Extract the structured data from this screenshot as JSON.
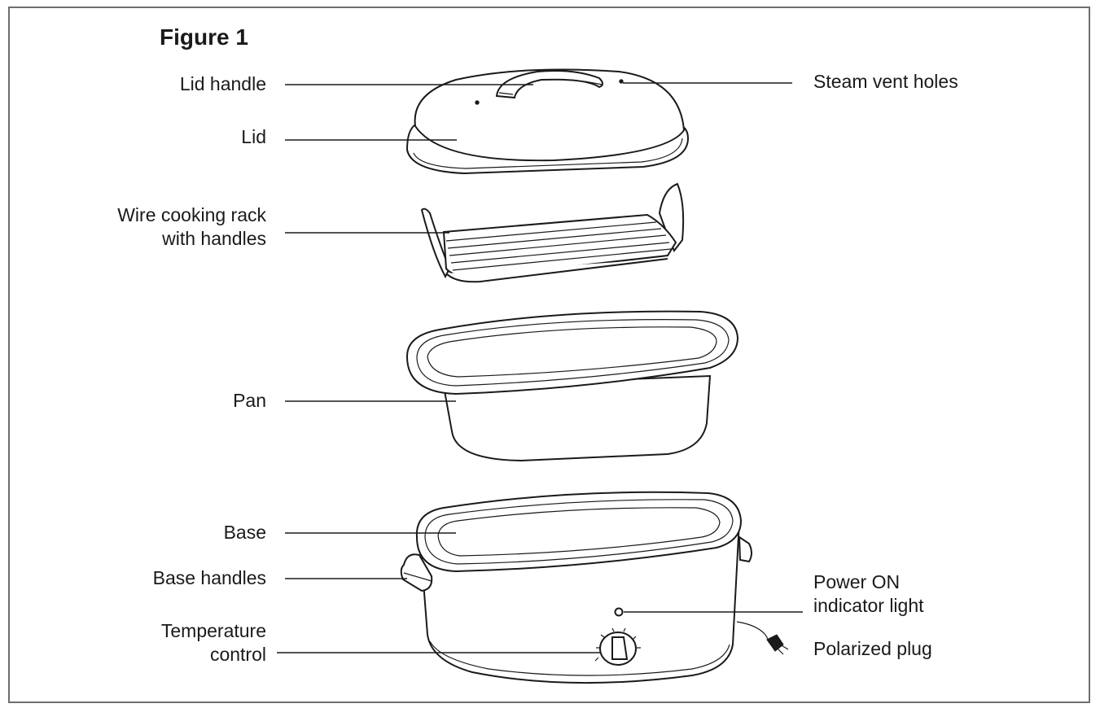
{
  "figure": {
    "title": "Figure 1"
  },
  "labels": {
    "lid_handle": "Lid handle",
    "steam_vent_holes": "Steam vent holes",
    "lid": "Lid",
    "rack_line1": "Wire cooking rack",
    "rack_line2": "with handles",
    "pan": "Pan",
    "base": "Base",
    "base_handles": "Base handles",
    "power_line1": "Power ON",
    "power_line2": "indicator light",
    "temp_line1": "Temperature",
    "temp_line2": "control",
    "polarized_plug": "Polarized plug"
  }
}
